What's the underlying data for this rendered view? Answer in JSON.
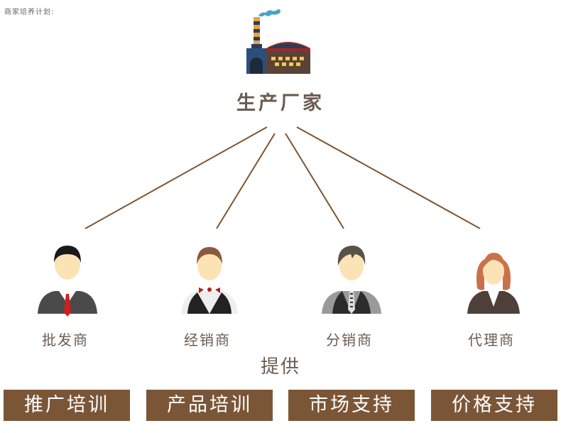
{
  "caption": "商家培养计划:",
  "factory": {
    "label": "生产厂家",
    "icon": "factory-icon"
  },
  "roles": [
    {
      "label": "批发商",
      "icon": "businessman-red-tie-icon"
    },
    {
      "label": "经销商",
      "icon": "waiter-bowtie-icon"
    },
    {
      "label": "分销商",
      "icon": "man-vest-icon"
    },
    {
      "label": "代理商",
      "icon": "businesswoman-icon"
    }
  ],
  "provide_label": "提供",
  "services": [
    "推广培训",
    "产品培训",
    "市场支持",
    "价格支持"
  ],
  "colors": {
    "line": "#7a5637",
    "text": "#6b5b4f",
    "button": "#7a5637",
    "button_text": "#ffffff"
  }
}
